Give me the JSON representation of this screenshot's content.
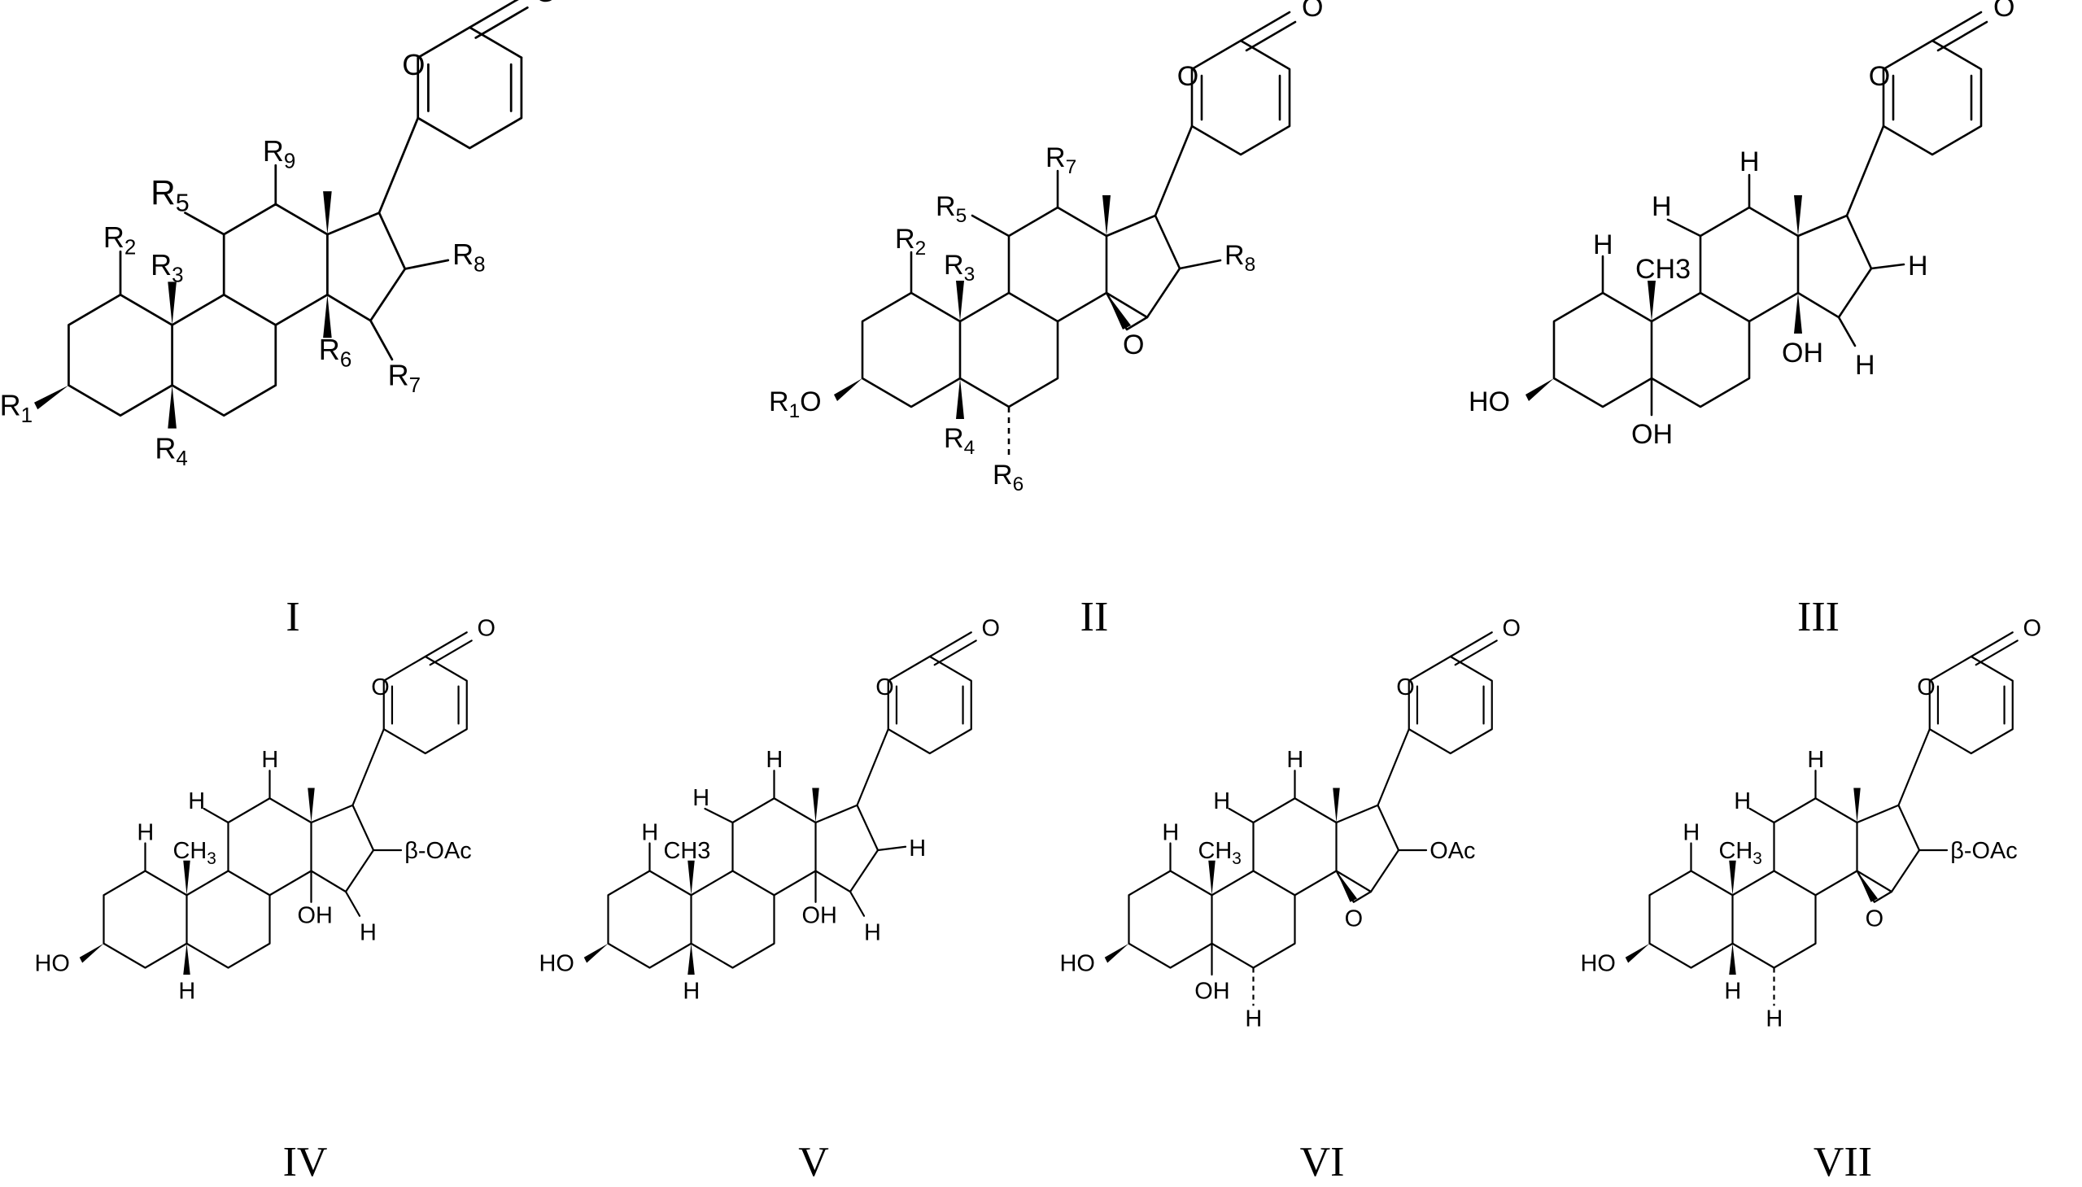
{
  "structures": [
    {
      "id": "I",
      "caption": "I",
      "labels": {
        "O1": "O",
        "O2": "O",
        "R1": "R",
        "R1s": "1",
        "R2": "R",
        "R2s": "2",
        "R3": "R",
        "R3s": "3",
        "R4": "R",
        "R4s": "4",
        "R5": "R",
        "R5s": "5",
        "R6": "R",
        "R6s": "6",
        "R7": "R",
        "R7s": "7",
        "R8": "R",
        "R8s": "8",
        "R9": "R",
        "R9s": "9"
      }
    },
    {
      "id": "II",
      "caption": "II",
      "labels": {
        "O1": "O",
        "O2": "O",
        "Oep": "O",
        "R1": "R",
        "R1s": "1",
        "R1O": "O",
        "R2": "R",
        "R2s": "2",
        "R3": "R",
        "R3s": "3",
        "R4": "R",
        "R4s": "4",
        "R5": "R",
        "R5s": "5",
        "R6": "R",
        "R6s": "6",
        "R7": "R",
        "R7s": "7",
        "R8": "R",
        "R8s": "8"
      }
    },
    {
      "id": "III",
      "caption": "III",
      "labels": {
        "O1": "O",
        "O2": "O",
        "HO3": "HO",
        "OH5": "OH",
        "OH14": "OH",
        "CH3": "CH3",
        "H1": "H",
        "H9": "H",
        "H12": "H",
        "H16": "H",
        "H15": "H"
      }
    },
    {
      "id": "IV",
      "caption": "IV",
      "labels": {
        "O1": "O",
        "O2": "O",
        "HO3": "HO",
        "OH14": "OH",
        "CH3": "CH",
        "CH3s": "3",
        "OAc": "β-OAc",
        "H1": "H",
        "H9": "H",
        "H12": "H",
        "H5": "H",
        "H15": "H"
      }
    },
    {
      "id": "V",
      "caption": "V",
      "labels": {
        "O1": "O",
        "O2": "O",
        "HO3": "HO",
        "OH14": "OH",
        "CH3": "CH3",
        "H1": "H",
        "H9": "H",
        "H12": "H",
        "H5": "H",
        "H16": "H",
        "H15": "H"
      }
    },
    {
      "id": "VI",
      "caption": "VI",
      "labels": {
        "O1": "O",
        "O2": "O",
        "Oep": "O",
        "HO3": "HO",
        "OH5": "OH",
        "CH3": "CH",
        "CH3s": "3",
        "OAc": "OAc",
        "H1": "H",
        "H9": "H",
        "H12": "H",
        "H6": "H"
      }
    },
    {
      "id": "VII",
      "caption": "VII",
      "labels": {
        "O1": "O",
        "O2": "O",
        "Oep": "O",
        "HO3": "HO",
        "CH3": "CH",
        "CH3s": "3",
        "OAc": "β-OAc",
        "H1": "H",
        "H9": "H",
        "H12": "H",
        "H5": "H",
        "H6": "H"
      }
    }
  ]
}
